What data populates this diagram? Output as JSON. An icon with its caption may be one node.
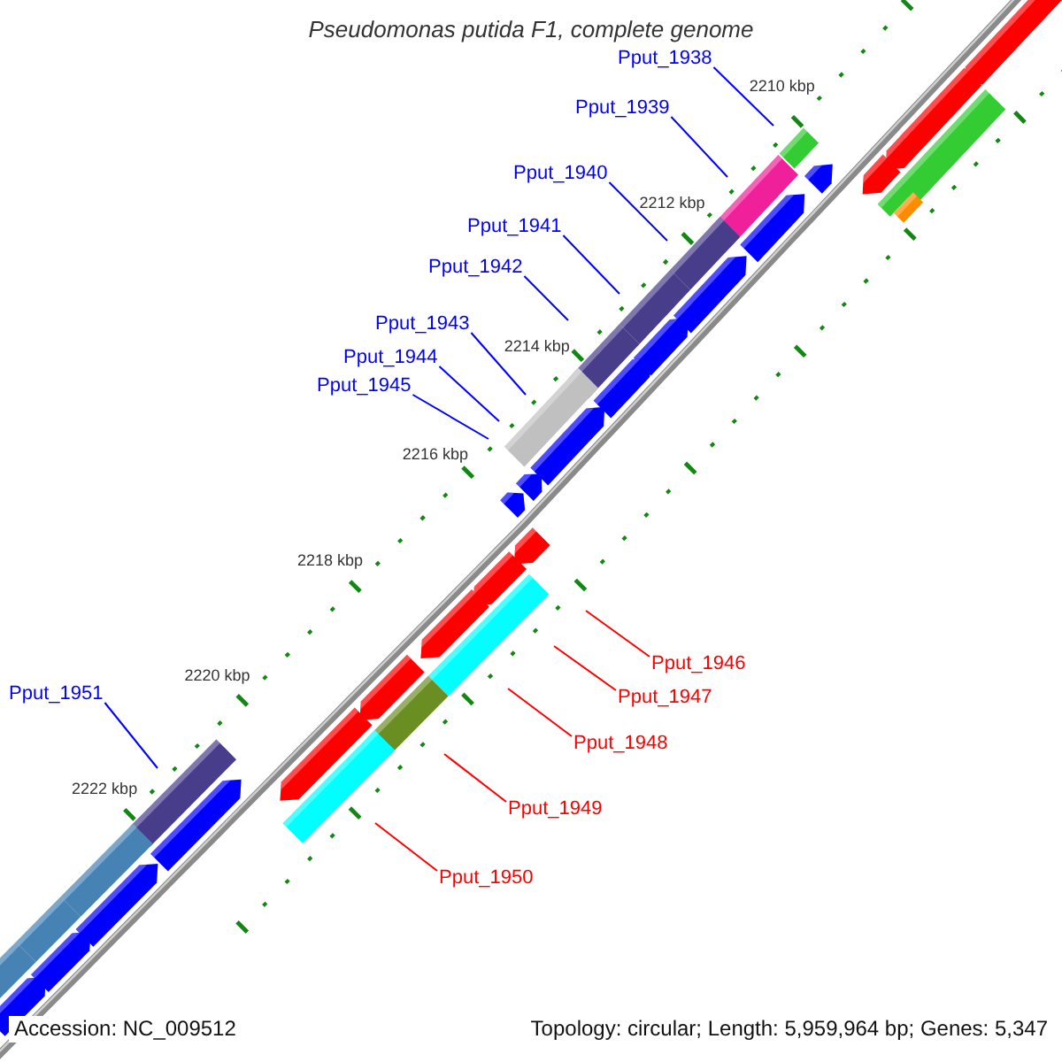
{
  "diagram": {
    "title": "Pseudomonas putida F1, complete genome",
    "nodes": [
      {
        "text": [
          "Pput_1938"
        ]
      },
      {
        "text": [
          "Pput_1939"
        ]
      },
      {
        "text": [
          "Pput_1940"
        ]
      },
      {
        "text": [
          "Pput_1941"
        ]
      },
      {
        "text": [
          "Pput_1942"
        ]
      },
      {
        "text": [
          "Pput_1943"
        ]
      },
      {
        "text": [
          "Pput_1944"
        ]
      },
      {
        "text": [
          "Pput_1945"
        ]
      },
      {
        "text": [
          "Pput_1946"
        ]
      },
      {
        "text": [
          "Pput_1951"
        ]
      },
      {
        "text": [
          "Pput_1947"
        ]
      },
      {
        "text": [
          "Pput_1948"
        ]
      },
      {
        "text": [
          "Pput_1949"
        ]
      },
      {
        "text": [
          "Pput_1950"
        ]
      }
    ],
    "edges": [
      {
        "from": 0,
        "to": null,
        "arrow": "none"
      },
      {
        "from": 1,
        "to": null,
        "arrow": "none"
      },
      {
        "from": 2,
        "to": null,
        "arrow": "none"
      },
      {
        "from": 3,
        "to": null,
        "arrow": "none"
      },
      {
        "from": 4,
        "to": null,
        "arrow": "none"
      },
      {
        "from": 5,
        "to": null,
        "arrow": "none"
      },
      {
        "from": 6,
        "to": null,
        "arrow": "none"
      },
      {
        "from": 7,
        "to": null,
        "arrow": "none"
      },
      {
        "from": 8,
        "to": null,
        "arrow": "none",
        "color": "#ff0000"
      },
      {
        "from": 9,
        "to": null,
        "arrow": "none"
      },
      {
        "from": 10,
        "to": null,
        "arrow": "none",
        "color": "#ff0000"
      },
      {
        "from": 11,
        "to": null,
        "arrow": "none",
        "color": "#ff0000"
      },
      {
        "from": 12,
        "to": null,
        "arrow": "none",
        "color": "#ff0000"
      },
      {
        "from": 13,
        "to": null,
        "arrow": "none",
        "color": "#ff0000"
      }
    ],
    "labels": [
      "2210 kbp",
      "2212 kbp",
      "2214 kbp",
      "2216 kbp",
      "2218 kbp",
      "2220 kbp",
      "2222 kbp",
      "Accession: NC_009512",
      "Topology: circular; Length: 5,959,964 bp; Genes: 5,347"
    ]
  }
}
